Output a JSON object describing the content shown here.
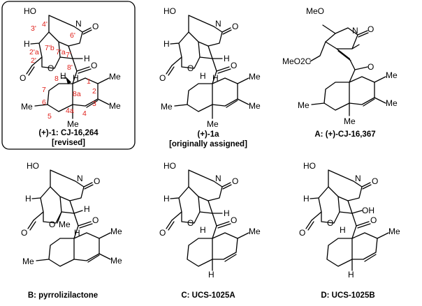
{
  "captions": {
    "p1_line1": "(+)-1: CJ-16,264",
    "p1_line2": "[revised]",
    "p2_line1": "(+)-1a",
    "p2_line2": "[originally assigned]",
    "pA": "A: (+)-CJ-16,367",
    "pB": "B: pyrrolizilactone",
    "pC": "C: UCS-1025A",
    "pD": "D: UCS-1025B"
  },
  "atoms": {
    "HO": "HO",
    "MeO": "MeO",
    "MeO2C": "MeO2C",
    "N": "N",
    "O": "O",
    "H": "H",
    "Me": "Me",
    "OH": "OH"
  },
  "locants": [
    "3'",
    "4'",
    "2'a",
    "7'b",
    "7'a",
    "6'",
    "2'",
    "7'",
    "8'",
    "8a",
    "1",
    "2",
    "3",
    "4",
    "4a",
    "5",
    "6",
    "7",
    "8"
  ],
  "colors": {
    "locant": "#e0201b",
    "ink": "#000000",
    "box": "#000000"
  }
}
